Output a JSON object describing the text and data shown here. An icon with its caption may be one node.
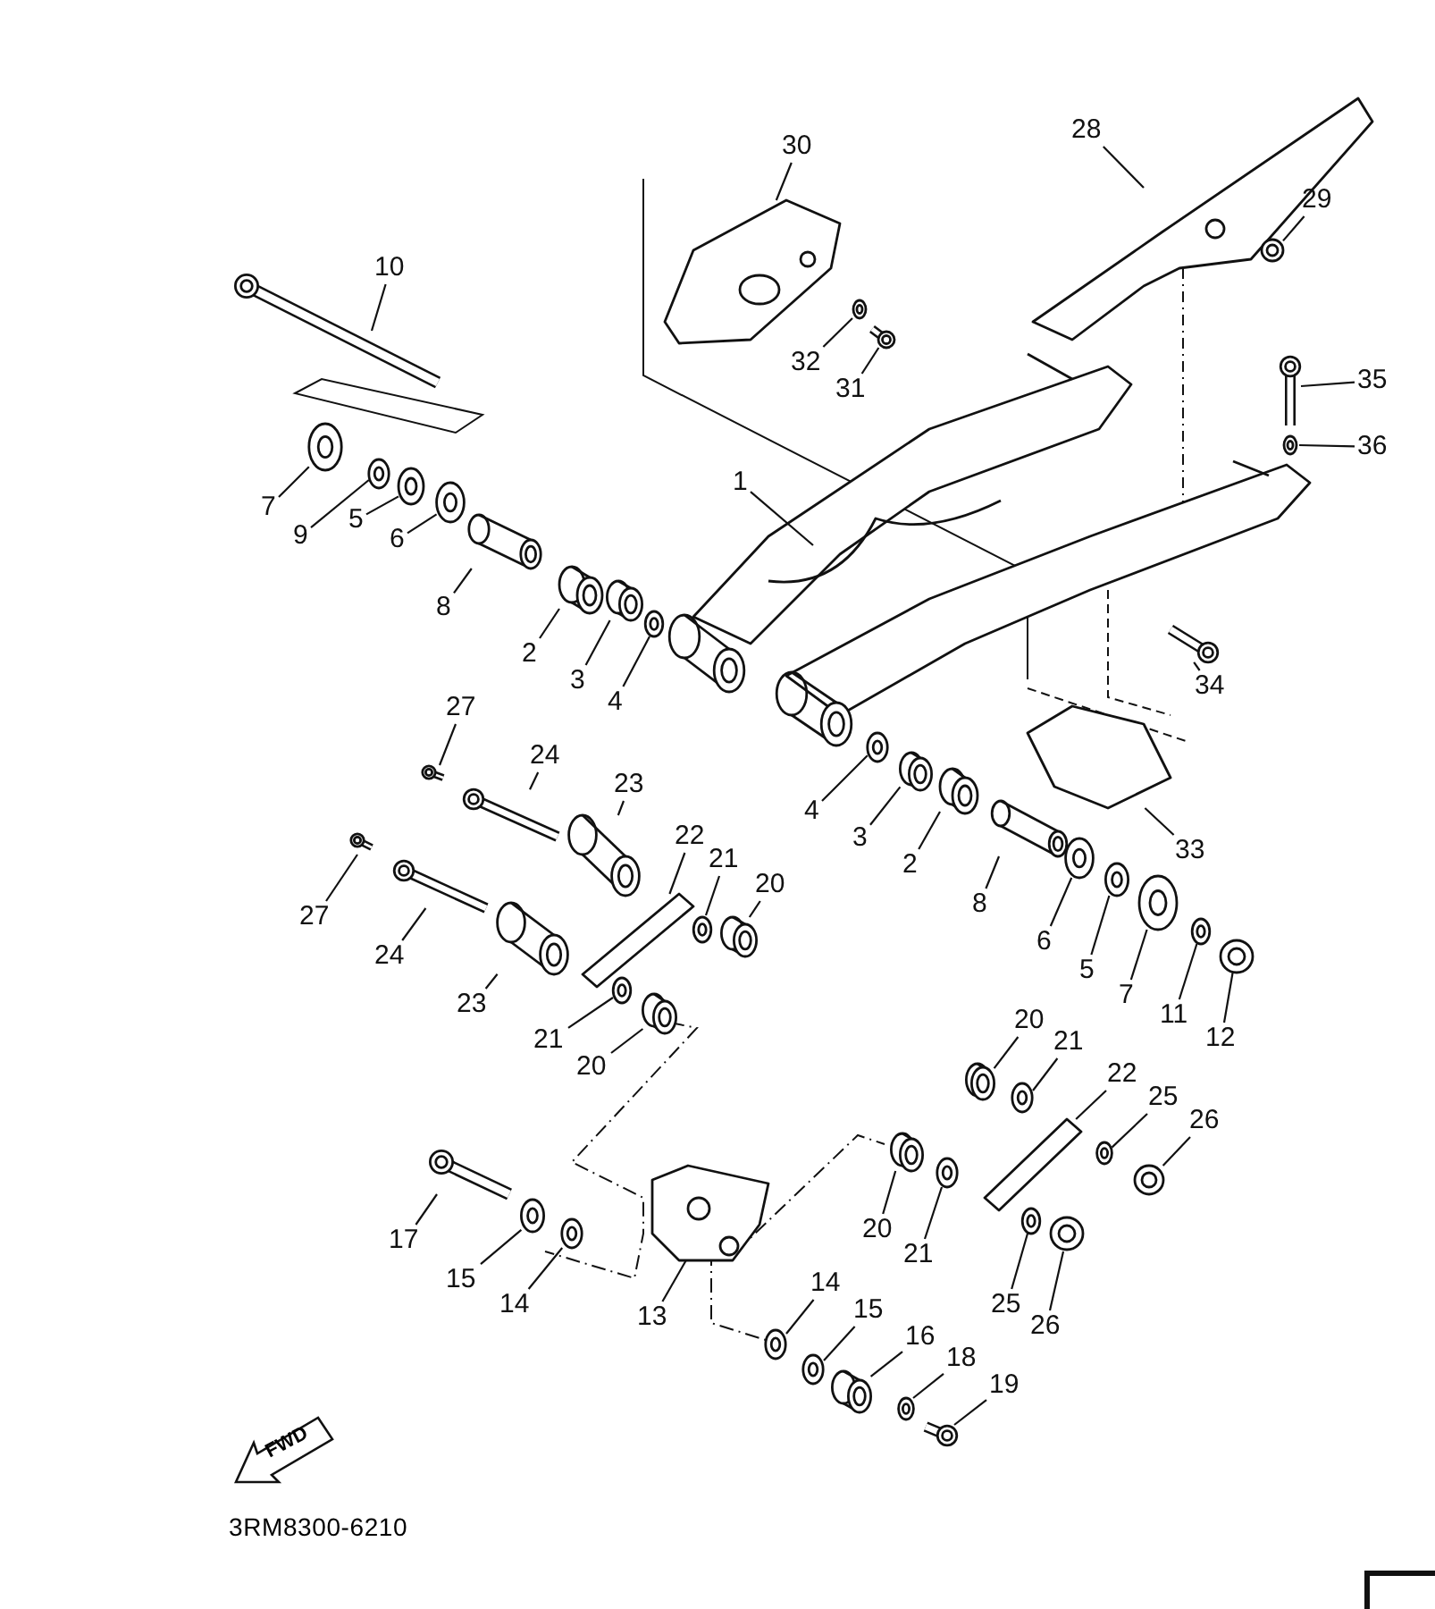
{
  "diagram": {
    "nodes": [
      {
        "text": [
          "28"
        ]
      },
      {
        "text": [
          "30"
        ]
      },
      {
        "text": [
          "29"
        ]
      },
      {
        "text": [
          "10"
        ]
      },
      {
        "text": [
          "32"
        ]
      },
      {
        "text": [
          "31"
        ]
      },
      {
        "text": [
          "35"
        ]
      },
      {
        "text": [
          "36"
        ]
      },
      {
        "text": [
          "1"
        ]
      },
      {
        "text": [
          "7"
        ]
      },
      {
        "text": [
          "9"
        ]
      },
      {
        "text": [
          "5"
        ]
      },
      {
        "text": [
          "6"
        ]
      },
      {
        "text": [
          "8"
        ]
      },
      {
        "text": [
          "2"
        ]
      },
      {
        "text": [
          "3"
        ]
      },
      {
        "text": [
          "4"
        ]
      },
      {
        "text": [
          "34"
        ]
      },
      {
        "text": [
          "27"
        ]
      },
      {
        "text": [
          "24"
        ]
      },
      {
        "text": [
          "23"
        ]
      },
      {
        "text": [
          "4"
        ]
      },
      {
        "text": [
          "3"
        ]
      },
      {
        "text": [
          "2"
        ]
      },
      {
        "text": [
          "33"
        ]
      },
      {
        "text": [
          "22"
        ]
      },
      {
        "text": [
          "21"
        ]
      },
      {
        "text": [
          "20"
        ]
      },
      {
        "text": [
          "27"
        ]
      },
      {
        "text": [
          "24"
        ]
      },
      {
        "text": [
          "8"
        ]
      },
      {
        "text": [
          "6"
        ]
      },
      {
        "text": [
          "5"
        ]
      },
      {
        "text": [
          "7"
        ]
      },
      {
        "text": [
          "11"
        ]
      },
      {
        "text": [
          "12"
        ]
      },
      {
        "text": [
          "23"
        ]
      },
      {
        "text": [
          "21"
        ]
      },
      {
        "text": [
          "20"
        ]
      },
      {
        "text": [
          "20"
        ]
      },
      {
        "text": [
          "21"
        ]
      },
      {
        "text": [
          "22"
        ]
      },
      {
        "text": [
          "25"
        ]
      },
      {
        "text": [
          "26"
        ]
      },
      {
        "text": [
          "17"
        ]
      },
      {
        "text": [
          "20"
        ]
      },
      {
        "text": [
          "21"
        ]
      },
      {
        "text": [
          "15"
        ]
      },
      {
        "text": [
          "14"
        ]
      },
      {
        "text": [
          "13"
        ]
      },
      {
        "text": [
          "14"
        ]
      },
      {
        "text": [
          "25"
        ]
      },
      {
        "text": [
          "26"
        ]
      },
      {
        "text": [
          "15"
        ]
      },
      {
        "text": [
          "16"
        ]
      },
      {
        "text": [
          "18"
        ]
      },
      {
        "text": [
          "19"
        ]
      },
      {
        "text": [
          "FWD"
        ]
      },
      {
        "text": [],
        "shape": "picture"
      },
      {
        "text": [],
        "shape": "picture"
      },
      {
        "text": [],
        "shape": "picture"
      },
      {
        "text": [],
        "shape": "picture"
      },
      {
        "text": [],
        "shape": "picture"
      },
      {
        "text": [],
        "shape": "picture"
      },
      {
        "text": [],
        "shape": "picture"
      },
      {
        "text": [],
        "shape": "picture"
      },
      {
        "text": [],
        "shape": "picture"
      },
      {
        "text": [],
        "shape": "picture"
      },
      {
        "text": [],
        "shape": "picture"
      },
      {
        "text": [],
        "shape": "picture"
      },
      {
        "text": [],
        "shape": "picture"
      },
      {
        "text": [],
        "shape": "picture"
      },
      {
        "text": [],
        "shape": "picture"
      },
      {
        "text": [],
        "shape": "picture"
      },
      {
        "text": [],
        "shape": "picture"
      },
      {
        "text": [],
        "shape": "picture"
      },
      {
        "text": [],
        "shape": "picture"
      },
      {
        "text": [],
        "shape": "picture"
      },
      {
        "text": [],
        "shape": "picture"
      },
      {
        "text": [],
        "shape": "picture"
      },
      {
        "text": [],
        "shape": "picture"
      },
      {
        "text": [],
        "shape": "picture"
      },
      {
        "text": [],
        "shape": "picture"
      },
      {
        "text": [],
        "shape": "picture"
      },
      {
        "text": [],
        "shape": "picture"
      },
      {
        "text": [],
        "shape": "picture"
      },
      {
        "text": [],
        "shape": "picture"
      },
      {
        "text": [],
        "shape": "picture"
      },
      {
        "text": [],
        "shape": "picture"
      },
      {
        "text": [],
        "shape": "picture"
      },
      {
        "text": [],
        "shape": "picture"
      },
      {
        "text": [],
        "shape": "picture"
      },
      {
        "text": [],
        "shape": "picture"
      },
      {
        "text": [],
        "shape": "picture"
      },
      {
        "text": [],
        "shape": "picture"
      },
      {
        "text": [],
        "shape": "picture"
      },
      {
        "text": [],
        "shape": "picture"
      },
      {
        "text": [],
        "shape": "picture"
      },
      {
        "text": [],
        "shape": "picture"
      },
      {
        "text": [],
        "shape": "picture"
      },
      {
        "text": [],
        "shape": "picture"
      },
      {
        "text": [],
        "shape": "picture"
      },
      {
        "text": [],
        "shape": "picture"
      },
      {
        "text": [],
        "shape": "picture"
      },
      {
        "text": [],
        "shape": "picture"
      },
      {
        "text": [],
        "shape": "picture"
      },
      {
        "text": [],
        "shape": "picture"
      },
      {
        "text": [],
        "shape": "picture"
      },
      {
        "text": [],
        "shape": "picture"
      },
      {
        "text": [],
        "shape": "picture"
      },
      {
        "text": [],
        "shape": "picture"
      },
      {
        "text": [],
        "shape": "picture"
      },
      {
        "text": [],
        "shape": "picture"
      },
      {
        "text": [],
        "shape": "picture"
      },
      {
        "text": [],
        "shape": "picture"
      }
    ],
    "edges": [
      {
        "from": 0,
        "to": 58,
        "arrow": "none"
      },
      {
        "from": 1,
        "to": 59,
        "arrow": "none"
      },
      {
        "from": 2,
        "to": 60,
        "arrow": "none"
      },
      {
        "from": 3,
        "to": 61,
        "arrow": "none"
      },
      {
        "from": 4,
        "to": 62,
        "arrow": "none"
      },
      {
        "from": 5,
        "to": 63,
        "arrow": "none"
      },
      {
        "from": 6,
        "to": 64,
        "arrow": "none"
      },
      {
        "from": 7,
        "to": 65,
        "arrow": "none"
      },
      {
        "from": 8,
        "to": 66,
        "arrow": "none"
      },
      {
        "from": 9,
        "to": 67,
        "arrow": "none"
      },
      {
        "from": 10,
        "to": 68,
        "arrow": "none"
      },
      {
        "from": 11,
        "to": 69,
        "arrow": "none"
      },
      {
        "from": 12,
        "to": 70,
        "arrow": "none"
      },
      {
        "from": 13,
        "to": 71,
        "arrow": "none"
      },
      {
        "from": 14,
        "to": 72,
        "arrow": "none"
      },
      {
        "from": 15,
        "to": 73,
        "arrow": "none"
      },
      {
        "from": 16,
        "to": 74,
        "arrow": "none"
      },
      {
        "from": 17,
        "to": 75,
        "arrow": "none"
      },
      {
        "from": 18,
        "to": 76,
        "arrow": "none"
      },
      {
        "from": 19,
        "to": 77,
        "arrow": "none"
      },
      {
        "from": 20,
        "to": 78,
        "arrow": "none"
      },
      {
        "from": 21,
        "to": 79,
        "arrow": "none"
      },
      {
        "from": 22,
        "to": 80,
        "arrow": "none"
      },
      {
        "from": 23,
        "to": 81,
        "arrow": "none"
      },
      {
        "from": 24,
        "to": 82,
        "arrow": "none"
      },
      {
        "from": 25,
        "to": 83,
        "arrow": "none"
      },
      {
        "from": 26,
        "to": 84,
        "arrow": "none"
      },
      {
        "from": 27,
        "to": 85,
        "arrow": "none"
      },
      {
        "from": 28,
        "to": 86,
        "arrow": "none"
      },
      {
        "from": 29,
        "to": 87,
        "arrow": "none"
      },
      {
        "from": 30,
        "to": 88,
        "arrow": "none"
      },
      {
        "from": 31,
        "to": 89,
        "arrow": "none"
      },
      {
        "from": 32,
        "to": 90,
        "arrow": "none"
      },
      {
        "from": 33,
        "to": 91,
        "arrow": "none"
      },
      {
        "from": 34,
        "to": 92,
        "arrow": "none"
      },
      {
        "from": 35,
        "to": 93,
        "arrow": "none"
      },
      {
        "from": 36,
        "to": 94,
        "arrow": "none"
      },
      {
        "from": 37,
        "to": 95,
        "arrow": "none"
      },
      {
        "from": 38,
        "to": 96,
        "arrow": "none"
      },
      {
        "from": 39,
        "to": 97,
        "arrow": "none"
      },
      {
        "from": 40,
        "to": 98,
        "arrow": "none"
      },
      {
        "from": 41,
        "to": 99,
        "arrow": "none"
      },
      {
        "from": 42,
        "to": 100,
        "arrow": "none"
      },
      {
        "from": 43,
        "to": 101,
        "arrow": "none"
      },
      {
        "from": 44,
        "to": 102,
        "arrow": "none"
      },
      {
        "from": 45,
        "to": 103,
        "arrow": "none"
      },
      {
        "from": 46,
        "to": 104,
        "arrow": "none"
      },
      {
        "from": 47,
        "to": 105,
        "arrow": "none"
      },
      {
        "from": 48,
        "to": 106,
        "arrow": "none"
      },
      {
        "from": 49,
        "to": 107,
        "arrow": "none"
      },
      {
        "from": 50,
        "to": 108,
        "arrow": "none"
      },
      {
        "from": 51,
        "to": 109,
        "arrow": "none"
      },
      {
        "from": 52,
        "to": 110,
        "arrow": "none"
      },
      {
        "from": 53,
        "to": 111,
        "arrow": "none"
      },
      {
        "from": 54,
        "to": 112,
        "arrow": "none"
      },
      {
        "from": 55,
        "to": 113,
        "arrow": "none"
      },
      {
        "from": 56,
        "to": 114,
        "arrow": "none"
      }
    ],
    "labels": [
      "3RM8300-6210"
    ]
  }
}
